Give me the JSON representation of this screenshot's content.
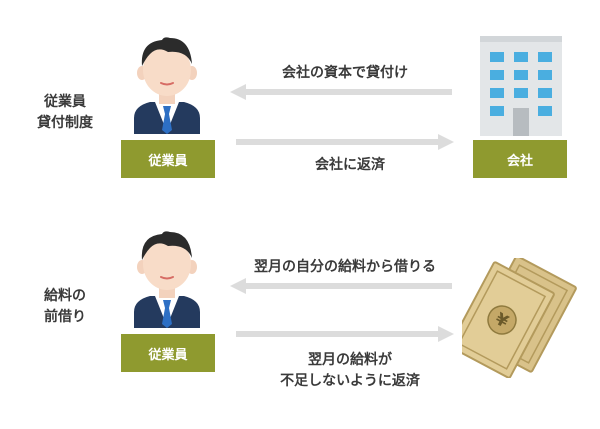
{
  "section1": {
    "title_line1": "従業員",
    "title_line2": "貸付制度",
    "employee_label": "従業員",
    "company_label": "会社",
    "arrow_top_text": "会社の資本で貸付け",
    "arrow_bottom_text": "会社に返済"
  },
  "section2": {
    "title_line1": "給料の",
    "title_line2": "前借り",
    "employee_label": "従業員",
    "arrow_top_text": "翌月の自分の給料から借りる",
    "arrow_bottom_line1": "翌月の給料が",
    "arrow_bottom_line2": "不足しないように返済",
    "money_symbol": "¥"
  },
  "colors": {
    "badge": "#8f9a2f",
    "arrow": "#dcdcdc",
    "text": "#3a3a3a"
  }
}
